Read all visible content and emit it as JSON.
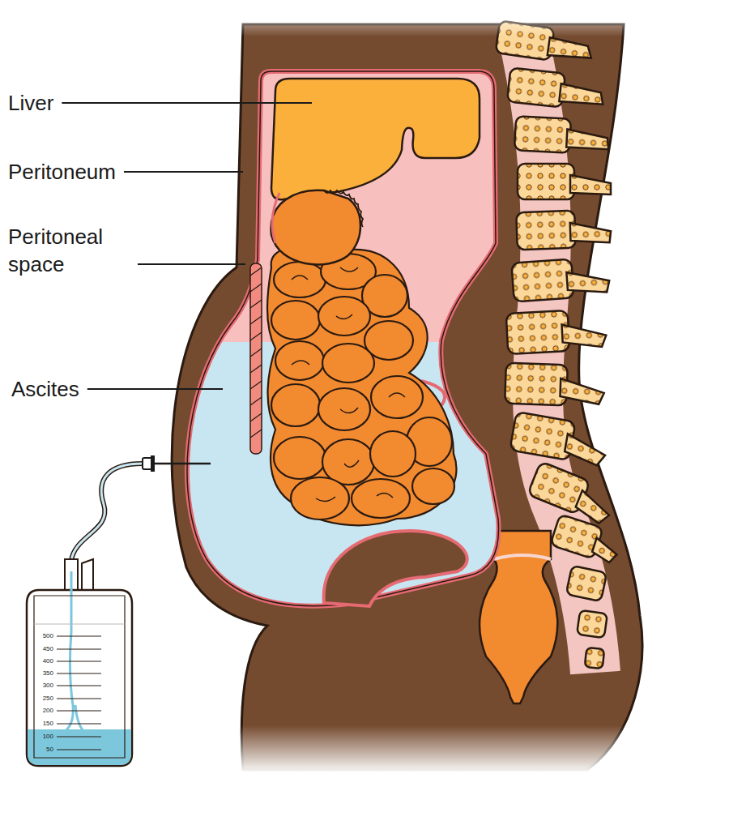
{
  "diagram": {
    "labels": [
      "Liver",
      "Peritoneum",
      "Peritoneal space",
      "Ascites",
      "500",
      "450",
      "400",
      "350",
      "300",
      "250",
      "200",
      "150",
      "100",
      "50"
    ]
  }
}
